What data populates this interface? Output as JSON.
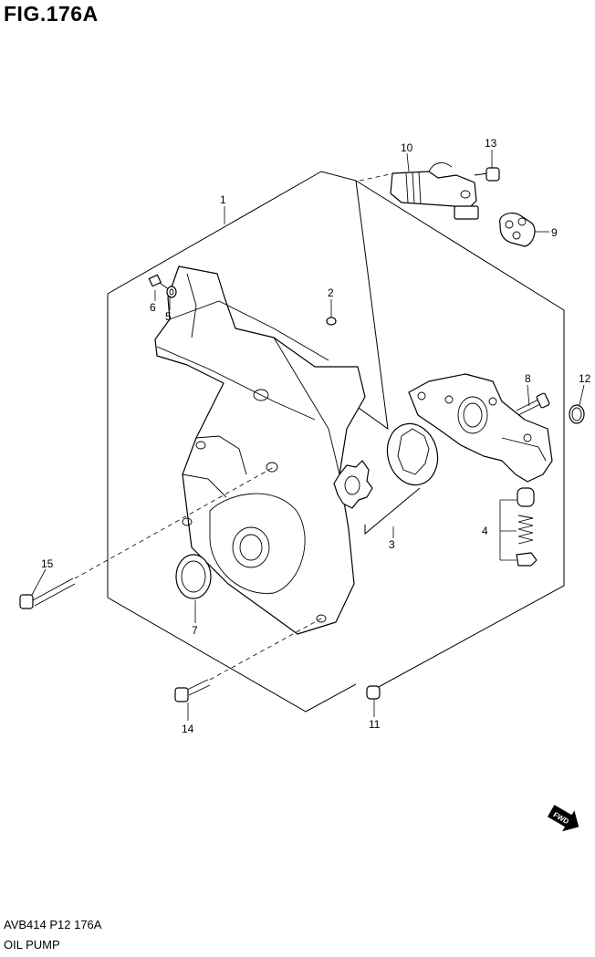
{
  "figure": {
    "title": "FIG.176A",
    "code": "AVB414 P12 176A",
    "name": "OIL PUMP"
  },
  "callouts": [
    "1",
    "2",
    "3",
    "4",
    "5",
    "6",
    "7",
    "8",
    "9",
    "10",
    "11",
    "12",
    "13",
    "14",
    "15"
  ],
  "fwd_label": "FWD"
}
